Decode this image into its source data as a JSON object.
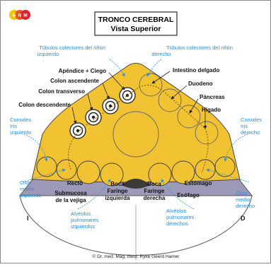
{
  "logo": {
    "letters": [
      "G",
      "N",
      "M"
    ],
    "colors": [
      "#f3c200",
      "#e5532a",
      "#d8262e"
    ]
  },
  "title": {
    "line1": "TRONCO CEREBRAL",
    "line2": "Vista Superior"
  },
  "labels_blue": {
    "kidney_left_1": "Túbulos colectores del riñón",
    "kidney_left_2": "izquierdo",
    "kidney_right_1": "Túbulos colectores del riñón",
    "kidney_right_2": "derecho",
    "choroid_left_1": "Coroides",
    "choroid_left_2": "Iris",
    "choroid_left_3": "izquierdo",
    "choroid_right_1": "Coroides",
    "choroid_right_2": "Iris",
    "choroid_right_3": "derecho",
    "ear_left_1": "Oído",
    "ear_left_2": "medio",
    "ear_left_3": "izquierdo",
    "ear_right_1": "Oído",
    "ear_right_2": "medio",
    "ear_right_3": "derecho",
    "alv_left_1": "Alvéolos",
    "alv_left_2": "pulmonares",
    "alv_left_3": "izquierdos",
    "alv_right_1": "Alvéolos",
    "alv_right_2": "pulmonares",
    "alv_right_3": "derechos"
  },
  "labels_black": {
    "appendix": "Apéndice + Ciego",
    "colon_asc": "Colon ascendente",
    "colon_trans": "Colon transverso",
    "colon_desc": "Colon descendente",
    "intestine": "Intestino delgado",
    "duodenum": "Duodeno",
    "pancreas": "Páncreas",
    "liver": "Hígado",
    "rectum": "Recto",
    "submucosa_1": "Submucosa",
    "submucosa_2": "de la vejiga",
    "mouth_left_1": "Boca",
    "mouth_left_2": "Faringe",
    "mouth_left_3": "izquierda",
    "mouth_right_1": "Boca",
    "mouth_right_2": "Faringe",
    "mouth_right_3": "derecha",
    "stomach": "Estómago",
    "esophagus": "Esófago"
  },
  "side_left": "I",
  "side_right": "D",
  "copyright": "© Dr. med. Mag. theol. Ryke Geerd Hamer",
  "colors": {
    "yellow": "#f1c232",
    "blue_text": "#2a8fd6",
    "lavender": "#9c9ab8",
    "dark": "#3a3a3a"
  }
}
